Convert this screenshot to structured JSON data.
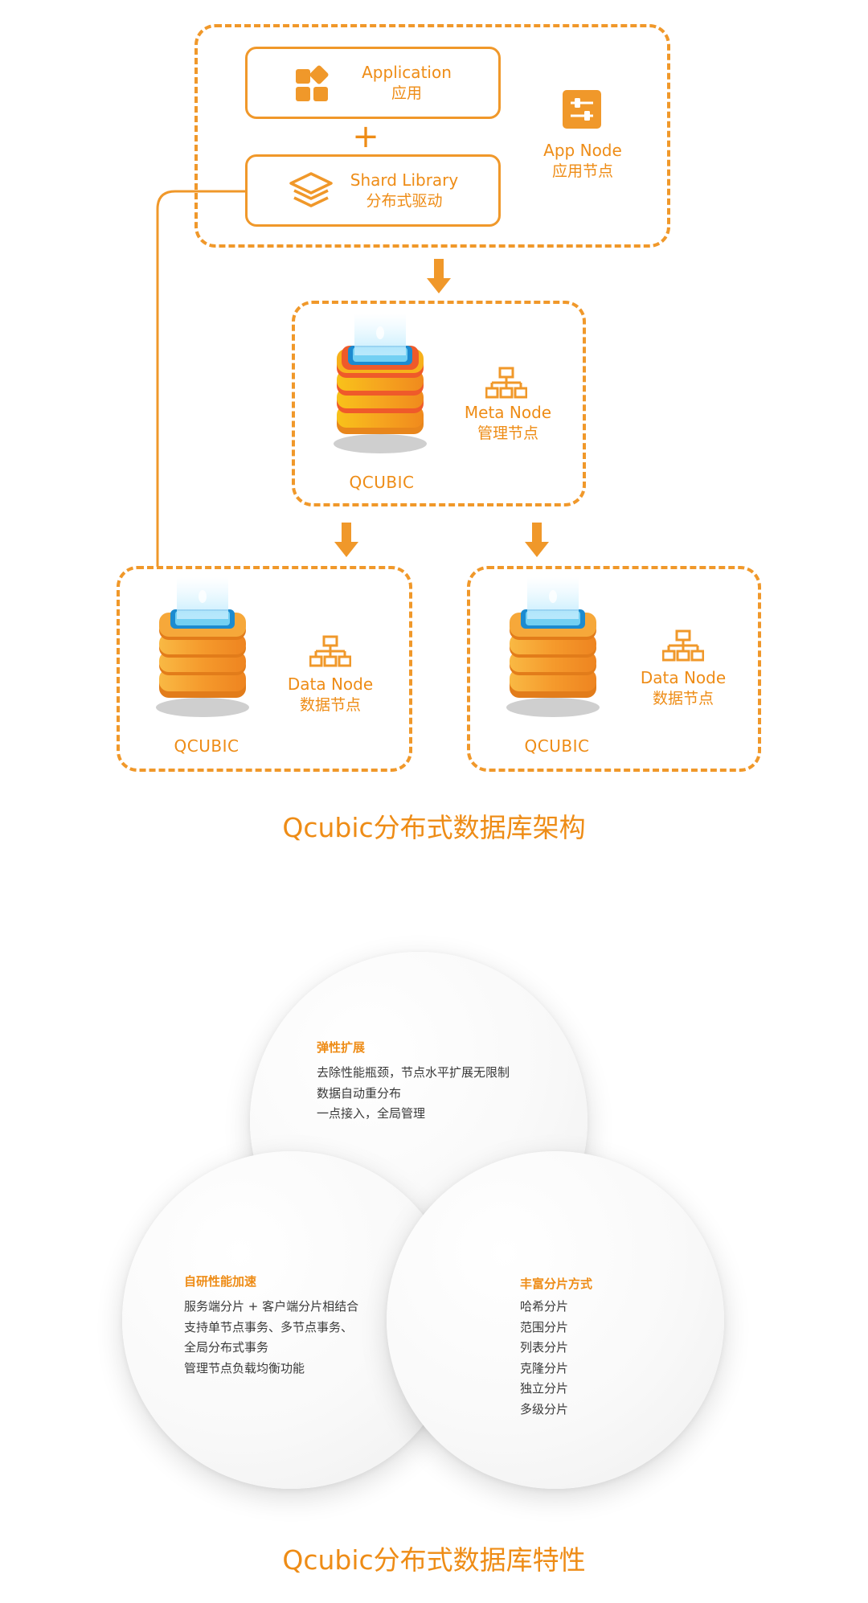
{
  "architecture": {
    "app_node": {
      "application": {
        "en": "Application",
        "cn": "应用"
      },
      "plus": "+",
      "shard_library": {
        "en": "Shard Library",
        "cn": "分布式驱动"
      },
      "label_en": "App Node",
      "label_cn": "应用节点"
    },
    "meta_node": {
      "server_label": "QCUBIC",
      "label_en": "Meta Node",
      "label_cn": "管理节点"
    },
    "data_nodes": [
      {
        "server_label": "QCUBIC",
        "label_en": "Data Node",
        "label_cn": "数据节点"
      },
      {
        "server_label": "QCUBIC",
        "label_en": "Data Node",
        "label_cn": "数据节点"
      }
    ],
    "caption": "Qcubic分布式数据库架构"
  },
  "features": {
    "elastic": {
      "title": "弹性扩展",
      "items": [
        "去除性能瓶颈，节点水平扩展无限制",
        "数据自动重分布",
        "一点接入，全局管理"
      ]
    },
    "performance": {
      "title": "自研性能加速",
      "items": [
        "服务端分片 + 客户端分片相结合",
        "支持单节点事务、多节点事务、",
        "全局分布式事务",
        "管理节点负载均衡功能"
      ]
    },
    "sharding": {
      "title": "丰富分片方式",
      "items": [
        "哈希分片",
        "范围分片",
        "列表分片",
        "克隆分片",
        "独立分片",
        "多级分片"
      ]
    },
    "caption": "Qcubic分布式数据库特性"
  },
  "colors": {
    "accent": "#ee8c16",
    "text": "#3a3a3a"
  },
  "icons": [
    "apps-icon",
    "layers-icon",
    "sliders-icon",
    "hierarchy-icon",
    "server-stack-icon",
    "arrow-down-icon"
  ]
}
